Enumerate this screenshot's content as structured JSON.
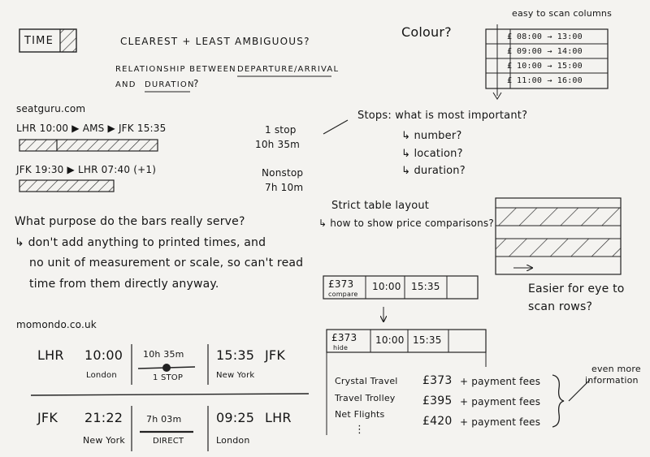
{
  "time_box": "TIME",
  "header": {
    "line1": "CLEAREST + LEAST AMBIGUOUS?",
    "line2_a": "RELATIONSHIP BETWEEN",
    "line2_b": "DEPARTURE/ARRIVAL",
    "line3_a": "AND",
    "line3_b": "DURATION",
    "line3_c": "?"
  },
  "colour_q": "Colour?",
  "easy_scan_label": "easy to scan columns",
  "scan_table_rows": [
    {
      "price": "£",
      "times": "08:00 → 13:00"
    },
    {
      "price": "£",
      "times": "09:00 → 14:00"
    },
    {
      "price": "£",
      "times": "10:00 → 15:00"
    },
    {
      "price": "£",
      "times": "11:00 → 16:00"
    }
  ],
  "seatguru": {
    "site": "seatguru.com",
    "row1": "LHR 10:00 ▶ AMS ▶ JFK 15:35",
    "row1_stops": "1 stop",
    "row1_dur": "10h 35m",
    "row2": "JFK 19:30 ▶ LHR 07:40 (+1)",
    "row2_stops": "Nonstop",
    "row2_dur": "7h 10m"
  },
  "stops": {
    "title": "Stops: what is most important?",
    "items": [
      "number?",
      "location?",
      "duration?"
    ]
  },
  "bars_note": [
    "What purpose do the bars really serve?",
    "↳ don't add anything to printed times, and",
    "no unit of measurement or scale, so can't read",
    "time from them directly anyway."
  ],
  "strict_table": {
    "title": "Strict table layout",
    "sub": "↳ how to show price comparisons?"
  },
  "easier_rows": [
    "Easier for eye to",
    "scan rows?"
  ],
  "compare_box": {
    "price": "£373",
    "action": "compare",
    "dep": "10:00",
    "arr": "15:35"
  },
  "hide_box": {
    "price": "£373",
    "action": "hide",
    "dep": "10:00",
    "arr": "15:35"
  },
  "agents": [
    {
      "name": "Crystal Travel",
      "price": "£373",
      "fees": "+ payment fees"
    },
    {
      "name": "Travel Trolley",
      "price": "£395",
      "fees": "+ payment fees"
    },
    {
      "name": "Net Flights",
      "price": "£420",
      "fees": "+ payment fees"
    }
  ],
  "agents_more": "⋮",
  "even_more": [
    "even more",
    "information"
  ],
  "momondo": {
    "site": "momondo.co.uk",
    "flight1": {
      "from": "LHR",
      "dep": "10:00",
      "dep_city": "London",
      "dur": "10h 35m",
      "stops": "1 STOP",
      "arr": "15:35",
      "to": "JFK",
      "arr_city": "New York"
    },
    "flight2": {
      "from": "JFK",
      "dep": "21:22",
      "dep_city": "New York",
      "dur": "7h 03m",
      "stops": "DIRECT",
      "arr": "09:25",
      "to": "LHR",
      "arr_city": "London"
    }
  },
  "colors": {
    "ink": "#151515",
    "paper": "#f4f3f0"
  }
}
